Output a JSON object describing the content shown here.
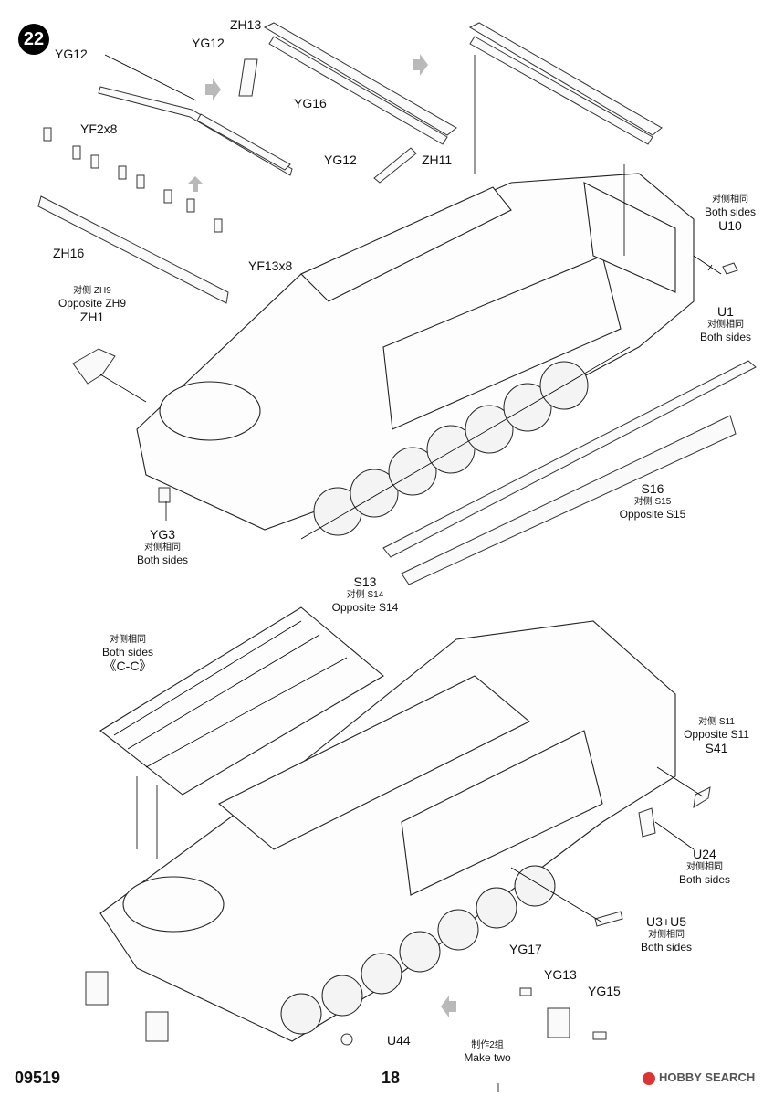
{
  "step": "22",
  "footer": {
    "code": "09519",
    "page": "18",
    "watermark": "HOBBY SEARCH"
  },
  "top": {
    "yg12_a": "YG12",
    "yg12_b": "YG12",
    "zh13": "ZH13",
    "yg16": "YG16",
    "yf2x8": "YF2x8",
    "yg12_c": "YG12",
    "zh11": "ZH11",
    "zh16": "ZH16",
    "yf13x8": "YF13x8",
    "zh1_cn": "对侧 ZH9",
    "zh1_opp": "Opposite ZH9",
    "zh1": "ZH1",
    "u10_cn": "对侧相同",
    "u10_both": "Both sides",
    "u10": "U10",
    "u1": "U1",
    "u1_cn": "对侧相同",
    "u1_both": "Both sides",
    "yg3": "YG3",
    "yg3_cn": "对侧相同",
    "yg3_both": "Both sides",
    "s16": "S16",
    "s16_cn": "对侧  S15",
    "s16_opp": "Opposite S15",
    "s13": "S13",
    "s13_cn": "对侧  S14",
    "s13_opp": "Opposite S14"
  },
  "bottom": {
    "cc_cn": "对侧相同",
    "cc_both": "Both sides",
    "cc": "《C-C》",
    "s41_cn": "对侧  S11",
    "s41_opp": "Opposite S11",
    "s41": "S41",
    "u24": "U24",
    "u24_cn": "对侧相同",
    "u24_both": "Both sides",
    "u35": "U3+U5",
    "u35_cn": "对侧相同",
    "u35_both": "Both sides",
    "yg17": "YG17",
    "yg13": "YG13",
    "yg15": "YG15",
    "u44": "U44",
    "make_cn": "制作2组",
    "make": "Make two"
  }
}
